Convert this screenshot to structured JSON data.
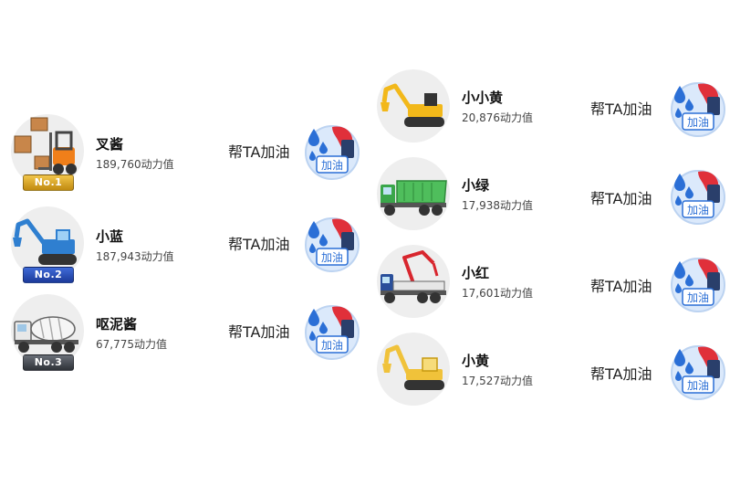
{
  "boost_label": "帮TA加油",
  "fuel_icon_text": "加油",
  "left": [
    {
      "name": "叉酱",
      "score": "189,760动力值",
      "rank": "No.1"
    },
    {
      "name": "小蓝",
      "score": "187,943动力值",
      "rank": "No.2"
    },
    {
      "name": "呕泥酱",
      "score": "67,775动力值",
      "rank": "No.3"
    }
  ],
  "right": [
    {
      "name": "小小黄",
      "score": "20,876动力值"
    },
    {
      "name": "小绿",
      "score": "17,938动力值"
    },
    {
      "name": "小红",
      "score": "17,601动力值"
    },
    {
      "name": "小黄",
      "score": "17,527动力值"
    }
  ],
  "colors": {
    "gold_badge": "#d9a520",
    "blue_badge": "#2a4fc0",
    "dark_badge": "#4a4e55",
    "fuel_blue": "#2b6fd6",
    "fuel_red": "#e0303a"
  }
}
